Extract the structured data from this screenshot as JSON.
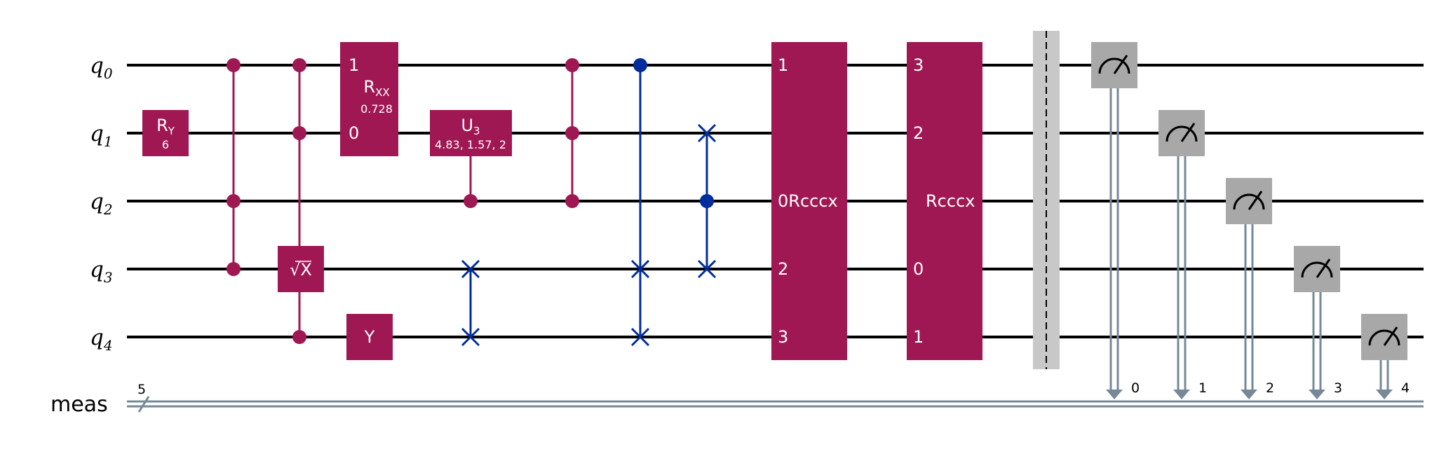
{
  "circuit": {
    "qubit_labels": [
      {
        "base": "q",
        "sub": "0"
      },
      {
        "base": "q",
        "sub": "1"
      },
      {
        "base": "q",
        "sub": "2"
      },
      {
        "base": "q",
        "sub": "3"
      },
      {
        "base": "q",
        "sub": "4"
      }
    ],
    "classical_register": {
      "label": "meas",
      "width_label": "5"
    },
    "gates": {
      "ry": {
        "name_base": "R",
        "name_sub": "Y",
        "param": "6"
      },
      "rxx": {
        "name_base": "R",
        "name_sub": "XX",
        "param": "0.728",
        "port_top": "1",
        "port_bottom": "0"
      },
      "u3": {
        "name_base": "U",
        "name_sub": "3",
        "param": "4.83, 1.57, 2"
      },
      "sqrtx": {
        "name": "X",
        "radical": "√"
      },
      "y": {
        "name": "Y"
      },
      "rcccx1": {
        "name": "Rcccx",
        "ports": [
          "1",
          "",
          "0",
          "2",
          "3"
        ]
      },
      "rcccx2": {
        "name": "Rcccx",
        "ports": [
          "3",
          "2",
          "",
          "0",
          "1"
        ]
      }
    },
    "measure_indices": [
      "0",
      "1",
      "2",
      "3",
      "4"
    ],
    "colors": {
      "multi_qubit_gate": "#9f1853",
      "swap_cx": "#002d9c",
      "measure": "#a8a8a8",
      "barrier": "#c8c8c8",
      "classical_wire": "#778899"
    }
  }
}
